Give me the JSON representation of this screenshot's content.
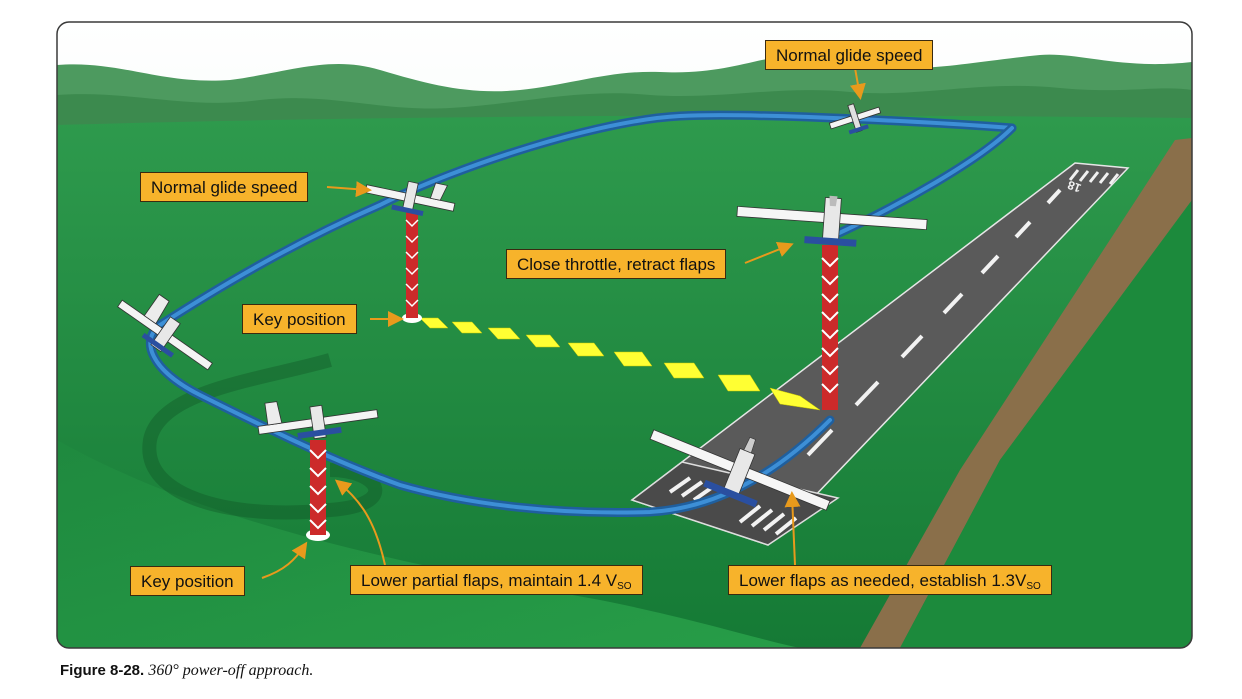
{
  "callouts": {
    "glide_top": "Normal glide speed",
    "glide_left": "Normal glide speed",
    "close_throttle": "Close throttle, retract flaps",
    "key_upper": "Key position",
    "key_lower": "Key position",
    "partial_flaps": "Lower partial flaps, maintain 1.4 V",
    "partial_flaps_sub": "SO",
    "lower_flaps": "Lower flaps as needed, establish 1.3V",
    "lower_flaps_sub": "SO"
  },
  "runway": {
    "number": "18"
  },
  "caption": {
    "label": "Figure 8-28.",
    "text": "360° power-off approach."
  },
  "colors": {
    "sky": "#e8f4ef",
    "mountains": "#3f8f55",
    "grass": "#1f8a3f",
    "path": "#2a72b8",
    "runway": "#5a5a5a",
    "callout": "#f7b32b",
    "aim_marks": "#ffff33",
    "altitude_marker": "#cc2a2a"
  }
}
